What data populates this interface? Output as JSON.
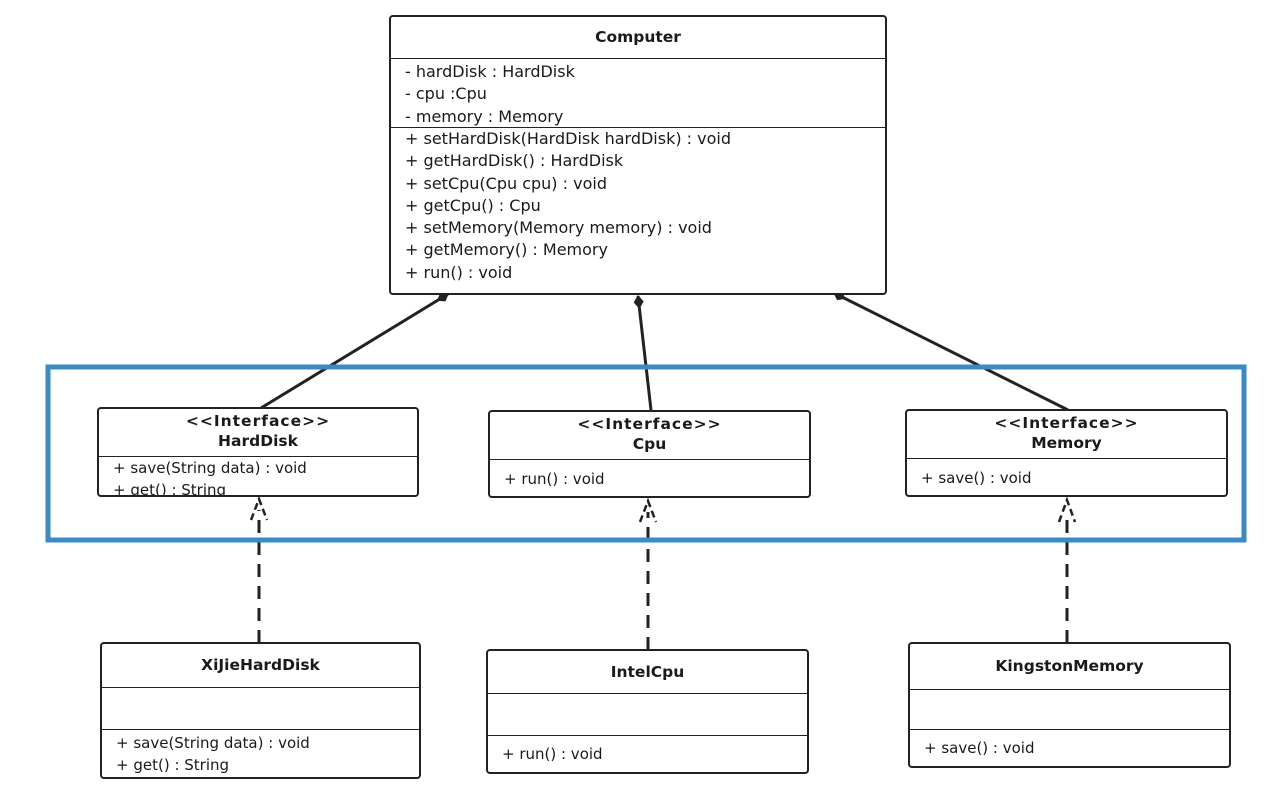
{
  "classes": {
    "computer": {
      "name": "Computer",
      "attributes": [
        "- hardDisk : HardDisk",
        "- cpu :Cpu",
        "- memory : Memory"
      ],
      "methods": [
        "+ setHardDisk(HardDisk hardDisk) : void",
        "+ getHardDisk() : HardDisk",
        "+ setCpu(Cpu cpu) : void",
        "+ getCpu() : Cpu",
        "+ setMemory(Memory memory) : void",
        "+ getMemory() : Memory",
        "+ run() : void"
      ]
    },
    "harddisk": {
      "stereotype": "<<Interface>>",
      "name": "HardDisk",
      "methods": [
        "+ save(String data) : void",
        "+ get() : String"
      ]
    },
    "cpu": {
      "stereotype": "<<Interface>>",
      "name": "Cpu",
      "methods": [
        "+ run() : void"
      ]
    },
    "memory": {
      "stereotype": "<<Interface>>",
      "name": "Memory",
      "methods": [
        "+ save() : void"
      ]
    },
    "xijie": {
      "name": "XiJieHardDisk",
      "methods": [
        "+ save(String data) : void",
        "+ get() : String"
      ]
    },
    "intel": {
      "name": "IntelCpu",
      "methods": [
        "+ run() : void"
      ]
    },
    "kingston": {
      "name": "KingstonMemory",
      "methods": [
        "+ save() : void"
      ]
    }
  },
  "colors": {
    "highlight": "#3a8bc4",
    "line": "#222222"
  }
}
